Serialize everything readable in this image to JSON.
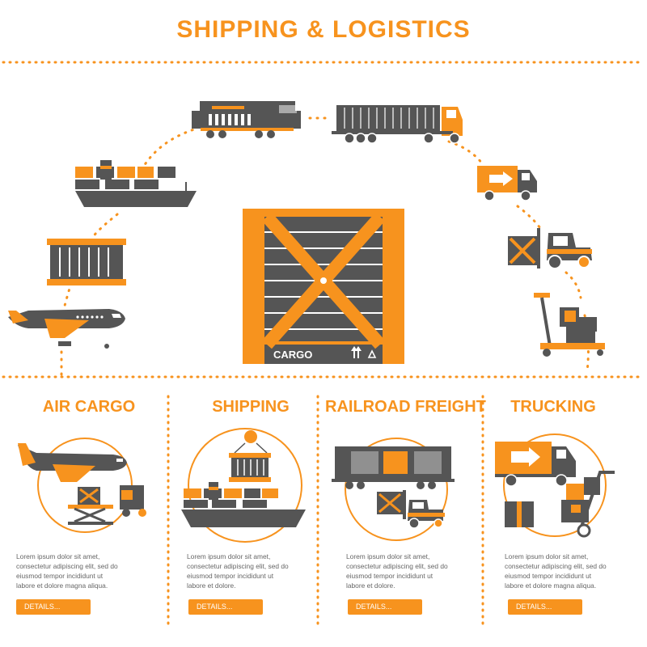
{
  "title": "SHIPPING & LOGISTICS",
  "colors": {
    "accent": "#f7931e",
    "dark": "#555555",
    "text": "#666666"
  },
  "crate": {
    "label": "CARGO"
  },
  "sections": [
    {
      "heading": "AIR CARGO",
      "text": "Lorem ipsum dolor sit amet,\nconsectetur adipiscing elit, sed do\neiusmod tempor incididunt ut\nlabore et dolore magna aliqua.",
      "button": "DETAILS..."
    },
    {
      "heading": "SHIPPING",
      "text": "Lorem ipsum dolor sit amet,\nconsectetur adipiscing elit, sed do\neiusmod tempor incididunt ut\nlabore et dolore.",
      "button": "DETAILS..."
    },
    {
      "heading": "RAILROAD FREIGHT",
      "text": "Lorem ipsum dolor sit amet,\nconsectetur adipiscing elit, sed do\neiusmod tempor incididunt ut\nlabore et dolore.",
      "button": "DETAILS..."
    },
    {
      "heading": "TRUCKING",
      "text": "Lorem ipsum dolor sit amet,\nconsectetur adipiscing elit, sed do\neiusmod tempor incididunt ut\nlabore et dolore magna aliqua.",
      "button": "DETAILS..."
    }
  ],
  "icons": [
    "train-icon",
    "semi-truck-icon",
    "cargo-ship-icon",
    "delivery-van-icon",
    "shipping-container-icon",
    "forklift-icon",
    "airplane-icon",
    "pallet-jack-icon",
    "cargo-crate-icon",
    "recycle-icon",
    "crane-hook-icon",
    "hand-truck-icon"
  ]
}
